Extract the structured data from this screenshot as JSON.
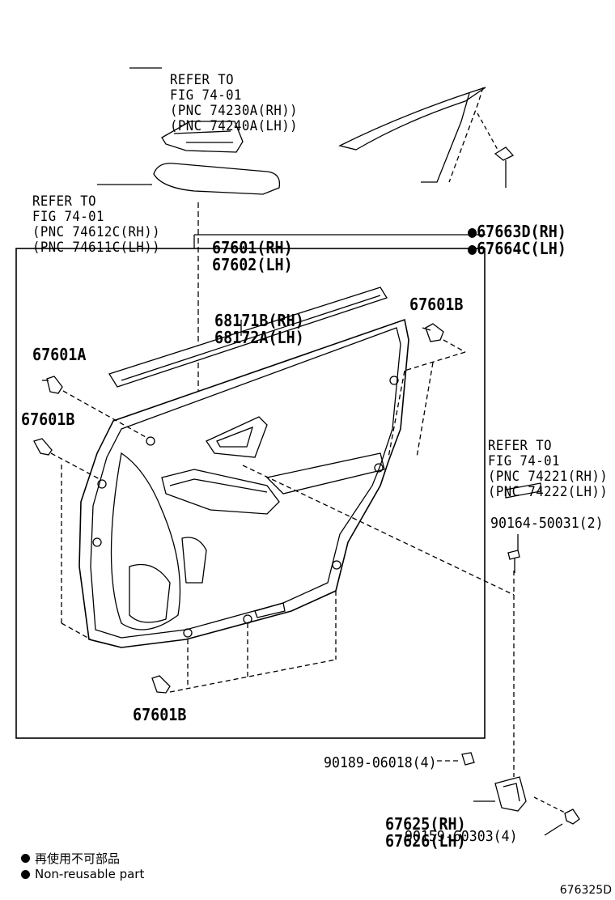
{
  "labels": {
    "pad_refer": [
      "REFER TO",
      "FIG 74-01",
      "(PNC 74230A(RH))",
      "(PNC 74240A(LH))"
    ],
    "arm_refer": [
      "REFER TO",
      "FIG 74-01",
      "(PNC 74612C(RH))",
      "(PNC 74611C(LH))"
    ],
    "weather": [
      "●67663D(RH)",
      "●67664C(LH)"
    ],
    "panel": [
      "67601(RH)",
      "67602(LH)"
    ],
    "moulding": [
      "68171B(RH)",
      "68172A(LH)"
    ],
    "clip_b_top": "67601B",
    "clip_a": "67601A",
    "clip_b_left": "67601B",
    "switch_refer": [
      "REFER TO",
      "FIG 74-01",
      "(PNC 74221(RH))",
      "(PNC 74222(LH))"
    ],
    "screw1": "90164-50031(2)",
    "clip_b_bottom": "67601B",
    "nut": "90189-06018(4)",
    "bracket": [
      "67625(RH)",
      "67626(LH)"
    ],
    "screw2": "90159-60303(4)"
  },
  "legend": {
    "jp": "再使用不可部品",
    "en": "Non-reusable part"
  },
  "figure_code": "676325D"
}
